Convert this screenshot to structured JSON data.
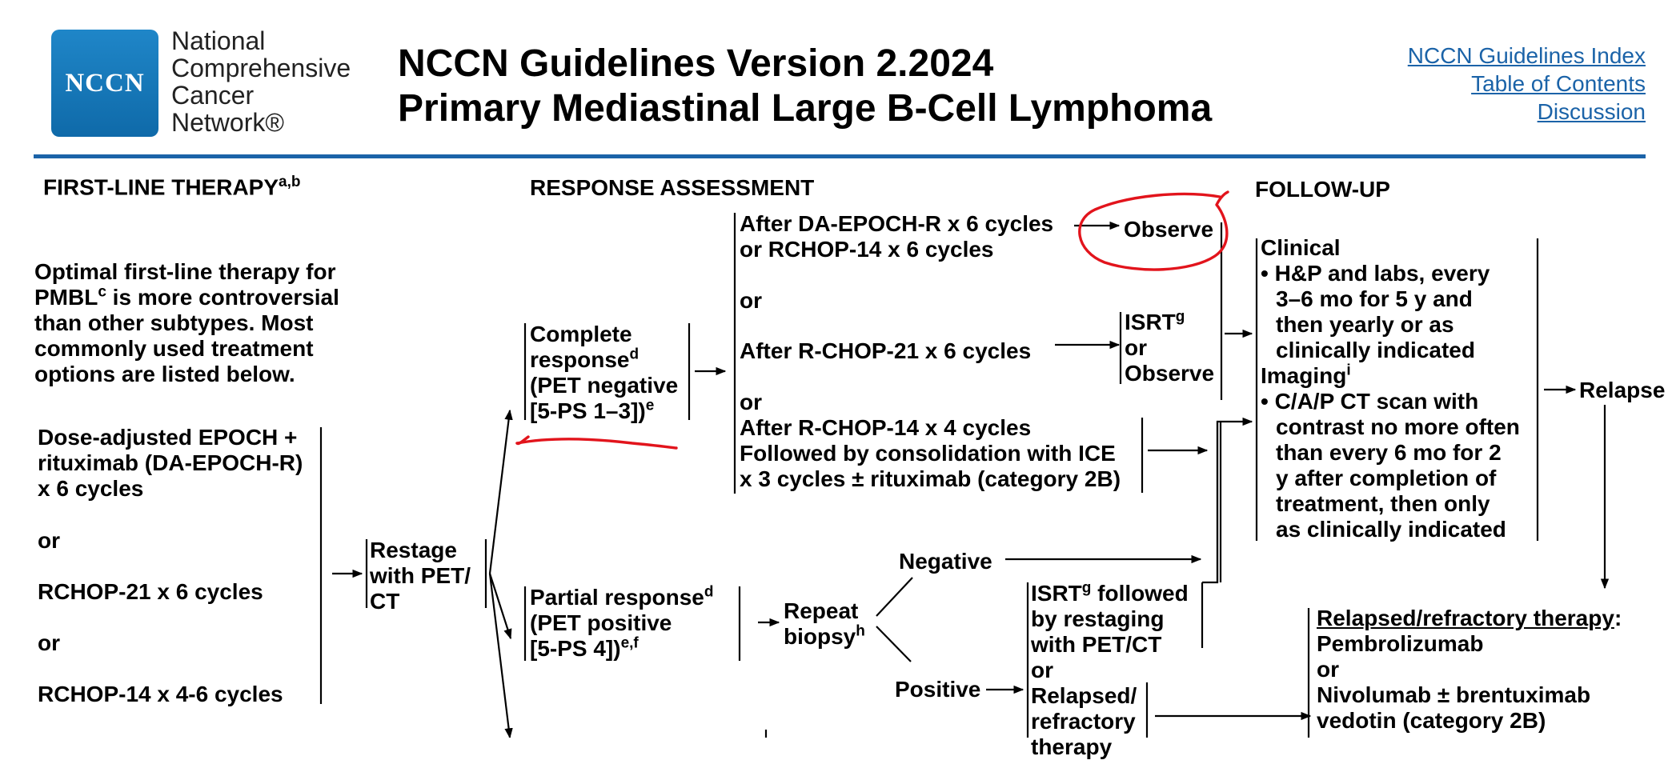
{
  "header": {
    "logo_text": "NCCN",
    "org_lines": [
      "National",
      "Comprehensive",
      "Cancer",
      "Network®"
    ],
    "title_line1": "NCCN Guidelines Version 2.2024",
    "title_line2": "Primary Mediastinal Large B-Cell Lymphoma",
    "links": [
      "NCCN Guidelines Index",
      "Table of Contents",
      "Discussion"
    ]
  },
  "colors": {
    "brand_blue": "#1b63a8",
    "logo_blue": "#1877bd",
    "annotation_red": "#e2141c"
  },
  "sections": {
    "first_line": "FIRST-LINE THERAPY",
    "first_line_sup": "a,b",
    "response": "RESPONSE ASSESSMENT",
    "followup": "FOLLOW-UP"
  },
  "intro": {
    "l1": "Optimal first-line therapy for",
    "l2a": "PMBL",
    "l2sup": "c",
    "l2b": " is more controversial",
    "l3": "than other subtypes. Most",
    "l4": "commonly used treatment",
    "l5": "options are listed below."
  },
  "regimens": {
    "l1": "Dose-adjusted EPOCH +",
    "l2": "rituximab (DA-EPOCH-R)",
    "l3": "x 6 cycles",
    "or1": "or",
    "l4": "RCHOP-21 x 6 cycles",
    "or2": "or",
    "l5": "RCHOP-14 x 4-6 cycles"
  },
  "restage": {
    "l1": "Restage",
    "l2": "with PET/",
    "l3": "CT"
  },
  "complete": {
    "l1": "Complete",
    "l2": "response",
    "l2sup": "d",
    "l3": "(PET negative",
    "l4": "[5-PS 1–3])",
    "l4sup": "e"
  },
  "partial": {
    "l1": "Partial response",
    "l1sup": "d",
    "l2": "(PET positive",
    "l3": "[5-PS 4])",
    "l3sup": "e,f"
  },
  "repeat": {
    "l1": "Repeat",
    "l2": "biopsy",
    "l2sup": "h"
  },
  "negative": "Negative",
  "positive": "Positive",
  "after": {
    "a1": "After DA-EPOCH-R x 6 cycles",
    "a2": "or RCHOP-14 x 6 cycles",
    "or1": "or",
    "b1": "After R-CHOP-21 x 6 cycles",
    "or2": "or",
    "c1": "After R-CHOP-14 x 4 cycles",
    "c2": "Followed by consolidation with ICE",
    "c3": "x 3 cycles ± rituximab (category 2B)"
  },
  "observe": "Observe",
  "isrt_or_observe": {
    "l1": "ISRT",
    "l1sup": "g",
    "l2": "or",
    "l3": "Observe"
  },
  "isrt_followed": {
    "l1": "ISRT",
    "l1sup": "g",
    "l1b": " followed",
    "l2": "by restaging",
    "l3": "with PET/CT",
    "l4": "or",
    "l5": "Relapsed/",
    "l6": "refractory",
    "l7": "therapy"
  },
  "followup": {
    "clinical": "Clinical",
    "c1": "• H&P and labs, every",
    "c2": "3–6 mo for 5 y and",
    "c3": "then yearly or as",
    "c4": "clinically indicated",
    "imaging": "Imaging",
    "imaging_sup": "i",
    "i1": "• C/A/P CT scan with",
    "i2": "contrast no more often",
    "i3": "than every 6 mo for 2",
    "i4": "y after completion of",
    "i5": "treatment, then only",
    "i6": "as clinically indicated"
  },
  "relapse": "Relapse",
  "rr_therapy": {
    "title": "Relapsed/refractory therapy",
    "colon": ":",
    "l1": "Pembrolizumab",
    "l2": "or",
    "l3": "Nivolumab ± brentuximab",
    "l4": "vedotin (category 2B)"
  }
}
